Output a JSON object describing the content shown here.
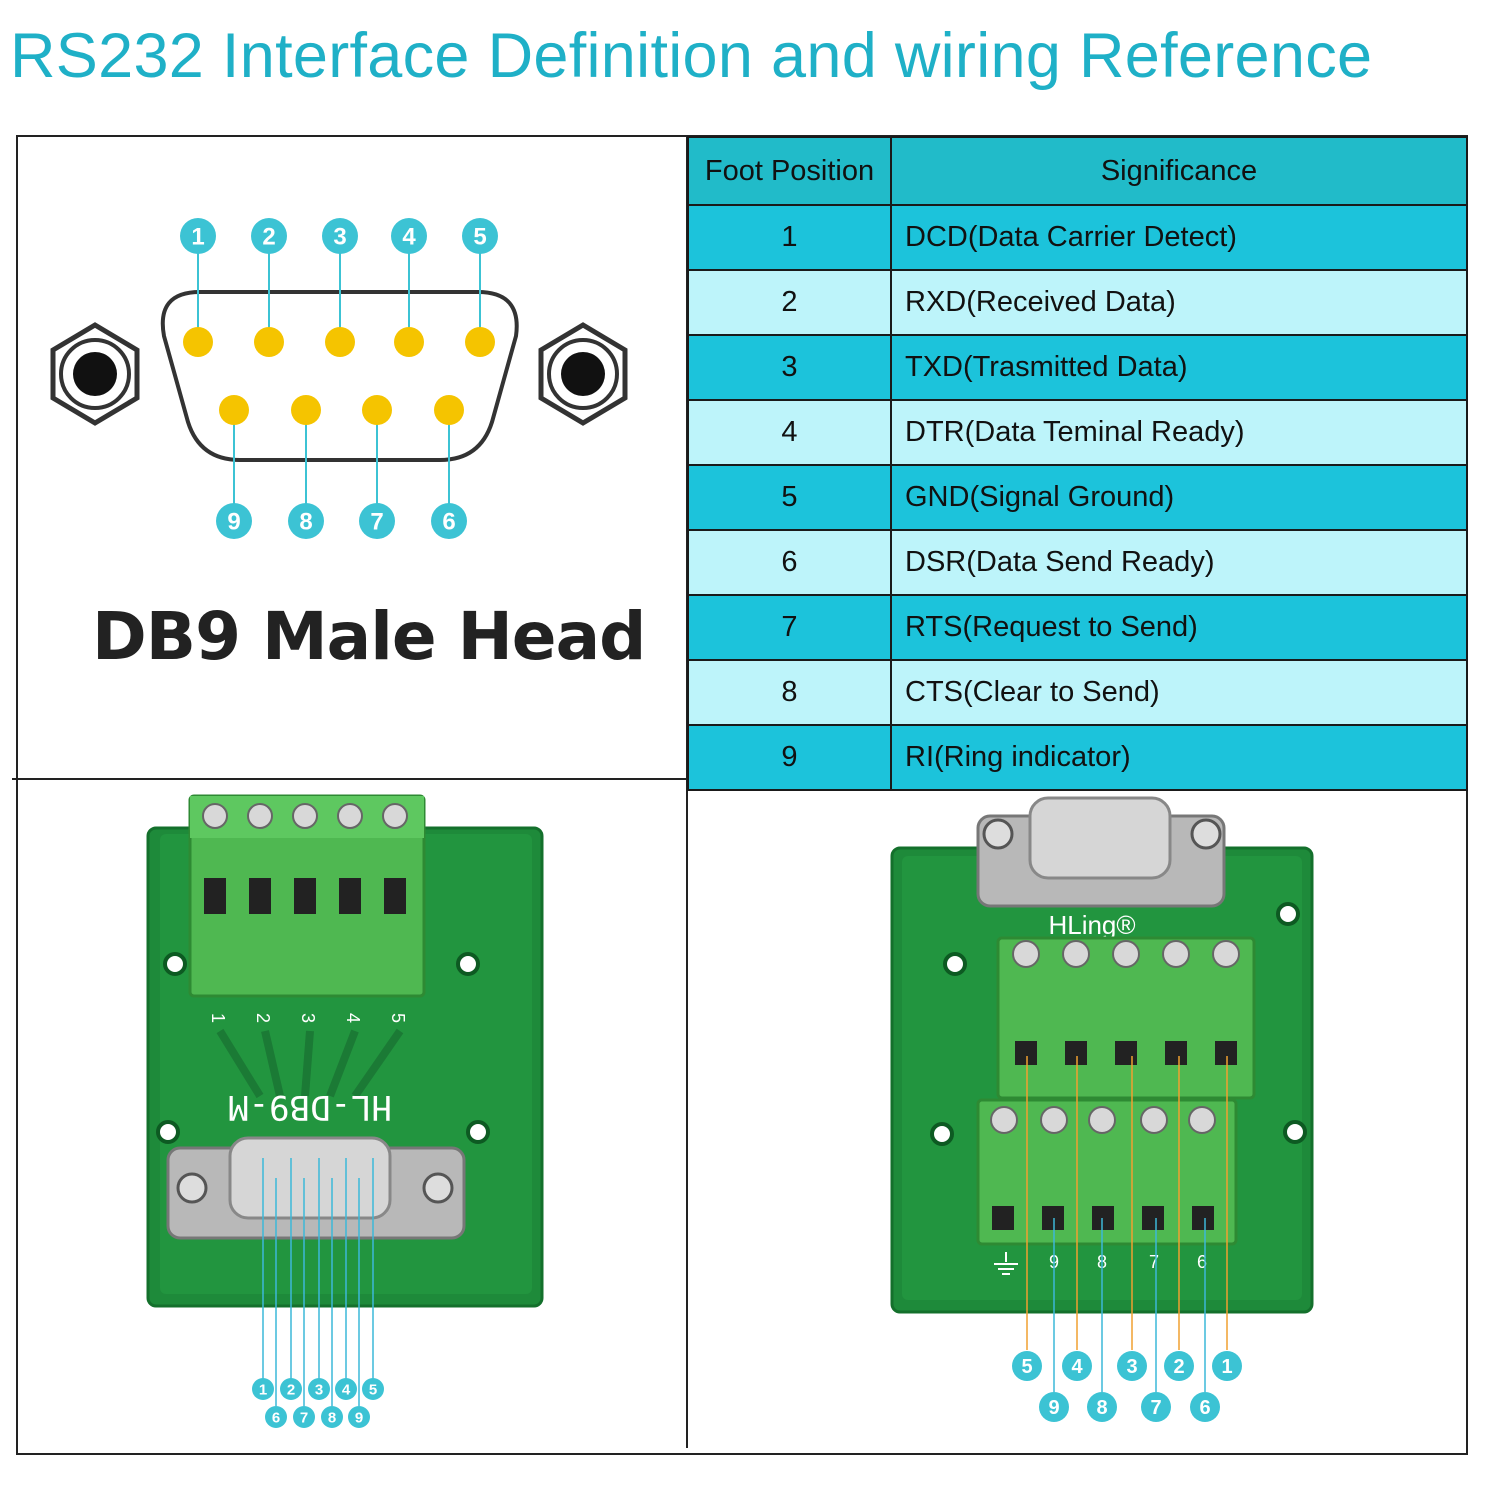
{
  "title": "RS232 Interface Definition and wiring Reference",
  "connector": {
    "label": "DB9 Male Head",
    "top_row_pins": [
      "1",
      "2",
      "3",
      "4",
      "5"
    ],
    "bottom_row_pins": [
      "9",
      "8",
      "7",
      "6"
    ],
    "pin_color": "#f5c400",
    "badge_color": "#3cc3d4"
  },
  "table": {
    "headers": [
      "Foot Position",
      "Significance"
    ],
    "rows": [
      {
        "pin": "1",
        "signal": "DCD(Data Carrier Detect)"
      },
      {
        "pin": "2",
        "signal": "RXD(Received Data)"
      },
      {
        "pin": "3",
        "signal": "TXD(Trasmitted Data)"
      },
      {
        "pin": "4",
        "signal": "DTR(Data Teminal Ready)"
      },
      {
        "pin": "5",
        "signal": "GND(Signal Ground)"
      },
      {
        "pin": "6",
        "signal": "DSR(Data Send Ready)"
      },
      {
        "pin": "7",
        "signal": "RTS(Request to Send)"
      },
      {
        "pin": "8",
        "signal": "CTS(Clear to Send)"
      },
      {
        "pin": "9",
        "signal": "RI(Ring indicator)"
      }
    ],
    "header_color": "#21bbc9",
    "dark_row_color": "#1cc3db",
    "light_row_color": "#bdf4fa"
  },
  "board_left": {
    "silkscreen": "HL-DB9-M",
    "terminal_labels": [
      "1",
      "2",
      "3",
      "4",
      "5"
    ],
    "callout_top": [
      "1",
      "2",
      "3",
      "4",
      "5"
    ],
    "callout_bottom": [
      "6",
      "7",
      "8",
      "9"
    ]
  },
  "board_right": {
    "brand": "HLing®",
    "terminal_labels_bottom": [
      "9",
      "8",
      "7",
      "6"
    ],
    "callout_top": [
      "5",
      "4",
      "3",
      "2",
      "1"
    ],
    "callout_bottom": [
      "9",
      "8",
      "7",
      "6"
    ],
    "top_line_color": "#f0a030",
    "bottom_line_color": "#3cb8d8"
  }
}
